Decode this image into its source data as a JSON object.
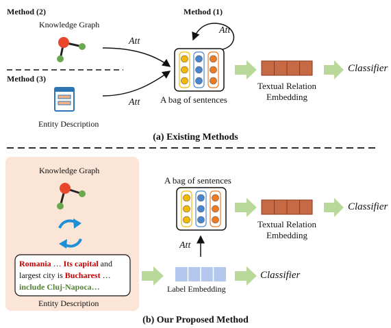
{
  "top": {
    "method2": "Method (2)",
    "method1": "Method (1)",
    "method3": "Method (3)",
    "kg_label": "Knowledge Graph",
    "entity_desc_label": "Entity Description",
    "att_top": "Att",
    "att_kg": "Att",
    "att_desc": "Att",
    "bag_label": "A bag of sentences",
    "textual_relation_line1": "Textual Relation",
    "textual_relation_line2": "Embedding",
    "classifier": "Classifier",
    "caption": "(a) Existing Methods"
  },
  "bottom": {
    "kg_label": "Knowledge Graph",
    "bag_label": "A bag of sentences",
    "textual_relation_line1": "Textual Relation",
    "textual_relation_line2": "Embedding",
    "classifier_top": "Classifier",
    "att": "Att",
    "label_embedding": "Label Embedding",
    "classifier_bottom": "Classifier",
    "entity_desc_label": "Entity Description",
    "desc": {
      "romania": "Romania",
      "dots1": " … ",
      "its_capital": "Its capital",
      "and": " and",
      "largest": "largest city is ",
      "bucharest": "Bucharest",
      "dots2": " …",
      "include": "include Cluj-Napoca…"
    },
    "caption": "(b) Our Proposed Method"
  },
  "colors": {
    "yellow": "#f5b800",
    "blue": "#4a86d0",
    "orange": "#ec7a24",
    "embed": "#c56a45",
    "label_embed": "#b4c7ec",
    "arrow_green": "#b9d99a",
    "red_node": "#e8472b",
    "green_node": "#6aa84f",
    "panel_bg": "#fbe5d6",
    "red_text": "#c00000",
    "green_text": "#548235",
    "cycle_blue": "#1e90d6"
  }
}
